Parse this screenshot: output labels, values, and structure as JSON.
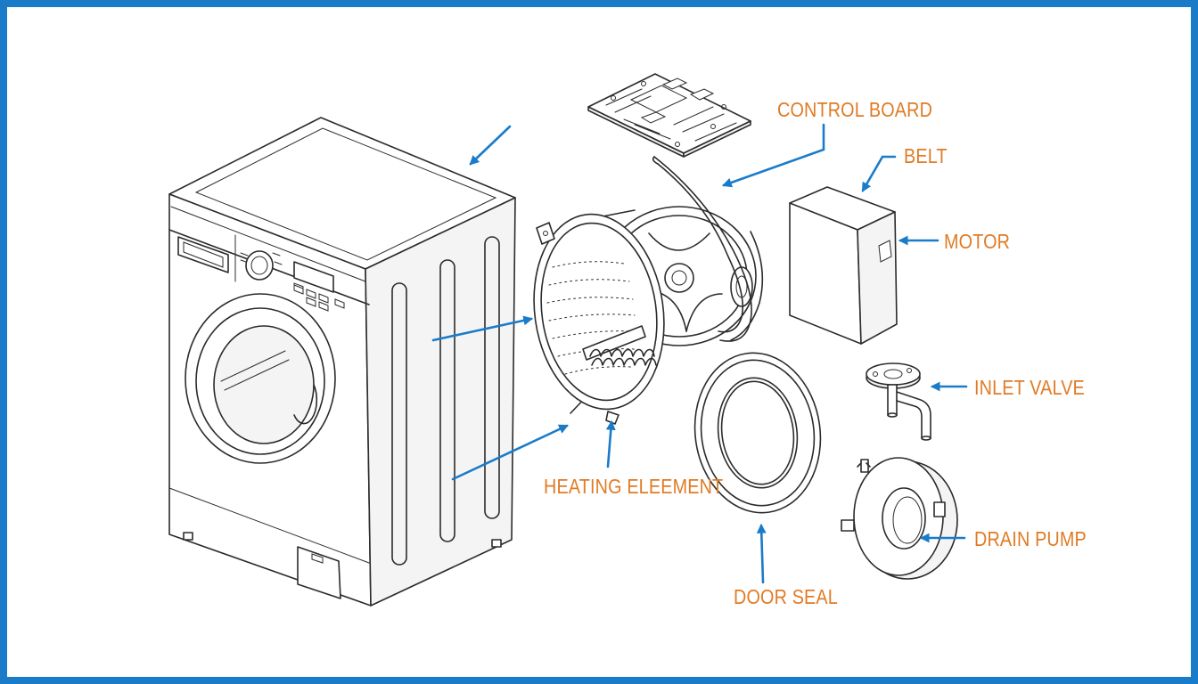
{
  "labels": {
    "control_board": "CONTROL BOARD",
    "belt": "BELT",
    "motor": "MOTOR",
    "inlet_valve": "INLET VALVE",
    "heating_element": "HEATING ELEEMENT",
    "door_seal": "DOOR SEAL",
    "drain_pump": "DRAIN PUMP"
  },
  "colors": {
    "frame": "#1a7bc9",
    "arrow": "#1a7bc9",
    "label": "#e07b24",
    "line": "#2b2b2b"
  }
}
